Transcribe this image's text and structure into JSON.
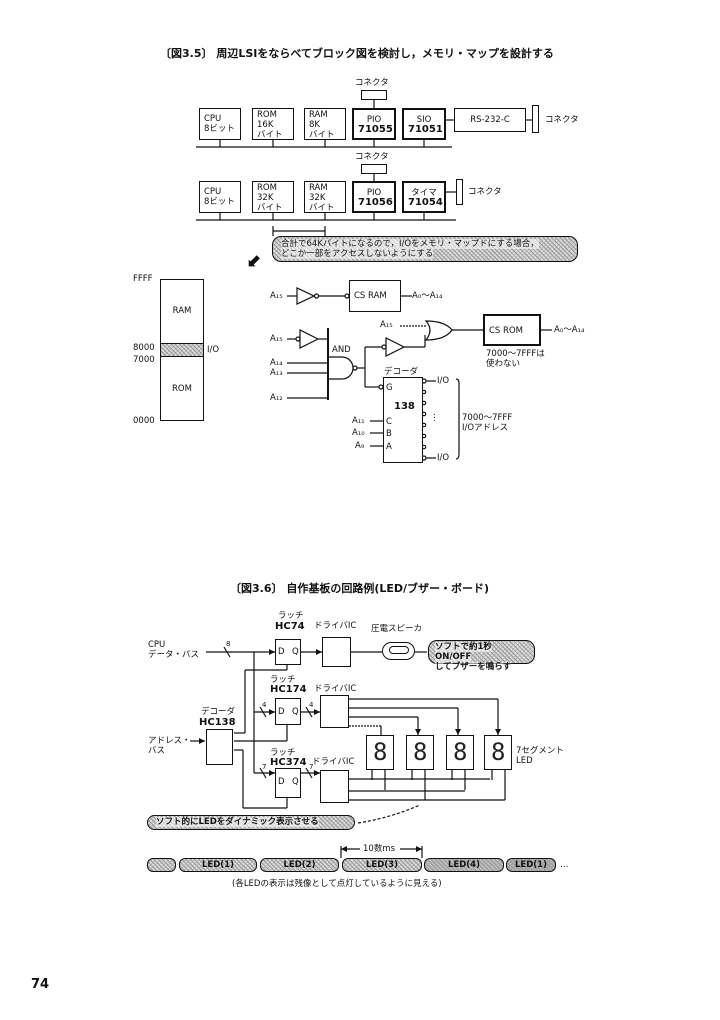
{
  "page_number": "74",
  "figure_3_5": {
    "caption": "〔図3.5〕 周辺LSIをならべてブロック図を検討し，メモリ・マップを設計する",
    "block_a": {
      "top_connector": "コネクタ",
      "modules": [
        {
          "line1": "CPU",
          "line2": "8ビット",
          "line3": ""
        },
        {
          "line1": "ROM",
          "line2": "16K",
          "line3": "バイト"
        },
        {
          "line1": "RAM",
          "line2": "8K",
          "line3": "バイト"
        },
        {
          "line1": "PIO",
          "line2": "71055",
          "line3": ""
        },
        {
          "line1": "SIO",
          "line2": "71051",
          "line3": ""
        }
      ],
      "rs232c": "RS-232-C",
      "right_connector": "コネクタ"
    },
    "block_b": {
      "top_connector": "コネクタ",
      "modules": [
        {
          "line1": "CPU",
          "line2": "8ビット",
          "line3": ""
        },
        {
          "line1": "ROM",
          "line2": "32K",
          "line3": "バイト"
        },
        {
          "line1": "RAM",
          "line2": "32K",
          "line3": "バイト"
        },
        {
          "line1": "PIO",
          "line2": "71056",
          "line3": ""
        },
        {
          "line1": "タイマ",
          "line2": "71054",
          "line3": ""
        }
      ],
      "right_connector": "コネクタ"
    },
    "callout": {
      "line1": "合計で64Kバイトになるので，I/Oをメモリ・マップドにする場合，",
      "line2": "どこか一部をアクセスしないようにする"
    },
    "memory_map": {
      "addresses": [
        "FFFF",
        "8000",
        "7000",
        "0000"
      ],
      "regions": [
        {
          "name": "RAM"
        },
        {
          "name": "I/O"
        },
        {
          "name": "ROM"
        }
      ],
      "io_label": "I/O"
    },
    "logic": {
      "a15_top": "A₁₅",
      "cs_ram": "CS RAM",
      "ram_addr": "A₀～A₁₄",
      "a15_mid": "A₁₅",
      "a15_or": "A₁₅",
      "and_label": "AND",
      "a14": "A₁₄",
      "a13": "A₁₃",
      "a12": "A₁₂",
      "cs_rom": "CS ROM",
      "rom_addr": "A₀～A₁₄",
      "rom_note_line1": "7000～7FFFは",
      "rom_note_line2": "使わない",
      "decoder_label": "デコーダ",
      "decoder_chip": "138",
      "decoder_g": "G",
      "decoder_inputs": [
        {
          "pin": "C",
          "signal": "A₁₁"
        },
        {
          "pin": "B",
          "signal": "A₁₀"
        },
        {
          "pin": "A",
          "signal": "A₉"
        }
      ],
      "io_out_top": "I/O",
      "io_out_bottom": "I/O",
      "ellipsis": "⋮",
      "io_range_line1": "7000～7FFF",
      "io_range_line2": "I/Oアドレス"
    }
  },
  "figure_3_6": {
    "caption": "〔図3.6〕 自作基板の回路例(LED/ブザー・ボード)",
    "cpu_bus_line1": "CPU",
    "cpu_bus_line2": "データ・バス",
    "bus_width_data": "8",
    "latch1": {
      "label": "ラッチ",
      "chip": "HC74",
      "d": "D",
      "q": "Q"
    },
    "driver1": "ドライバIC",
    "speaker": "圧電スピーカ",
    "buzzer_callout": {
      "line1": "ソフトで約1秒ON/OFF",
      "line2": "してブザーを鳴らす"
    },
    "latch2": {
      "label": "ラッチ",
      "chip": "HC174",
      "d": "D",
      "q": "Q",
      "bus_in": "4",
      "bus_out": "4"
    },
    "driver2": "ドライバIC",
    "decoder": {
      "label": "デコーダ",
      "chip": "HC138"
    },
    "address_bus_line1": "アドレス・",
    "address_bus_line2": "バス",
    "latch3": {
      "label": "ラッチ",
      "chip": "HC374",
      "d": "D",
      "q": "Q",
      "bus_in": "7",
      "bus_out": "7"
    },
    "driver3": "ドライバIC",
    "led_digits": [
      "8",
      "8",
      "8",
      "8"
    ],
    "led_label_line1": "7セグメント",
    "led_label_line2": "LED",
    "dynamic_callout": "ソフト的にLEDをダイナミック表示させる",
    "timing": {
      "interval": "10数ms",
      "slots": [
        "",
        "LED(1)",
        "LED(2)",
        "LED(3)",
        "LED(4)",
        "LED(1)"
      ],
      "more": "…"
    },
    "footnote": "(各LEDの表示は残像として点灯しているように見える)"
  }
}
